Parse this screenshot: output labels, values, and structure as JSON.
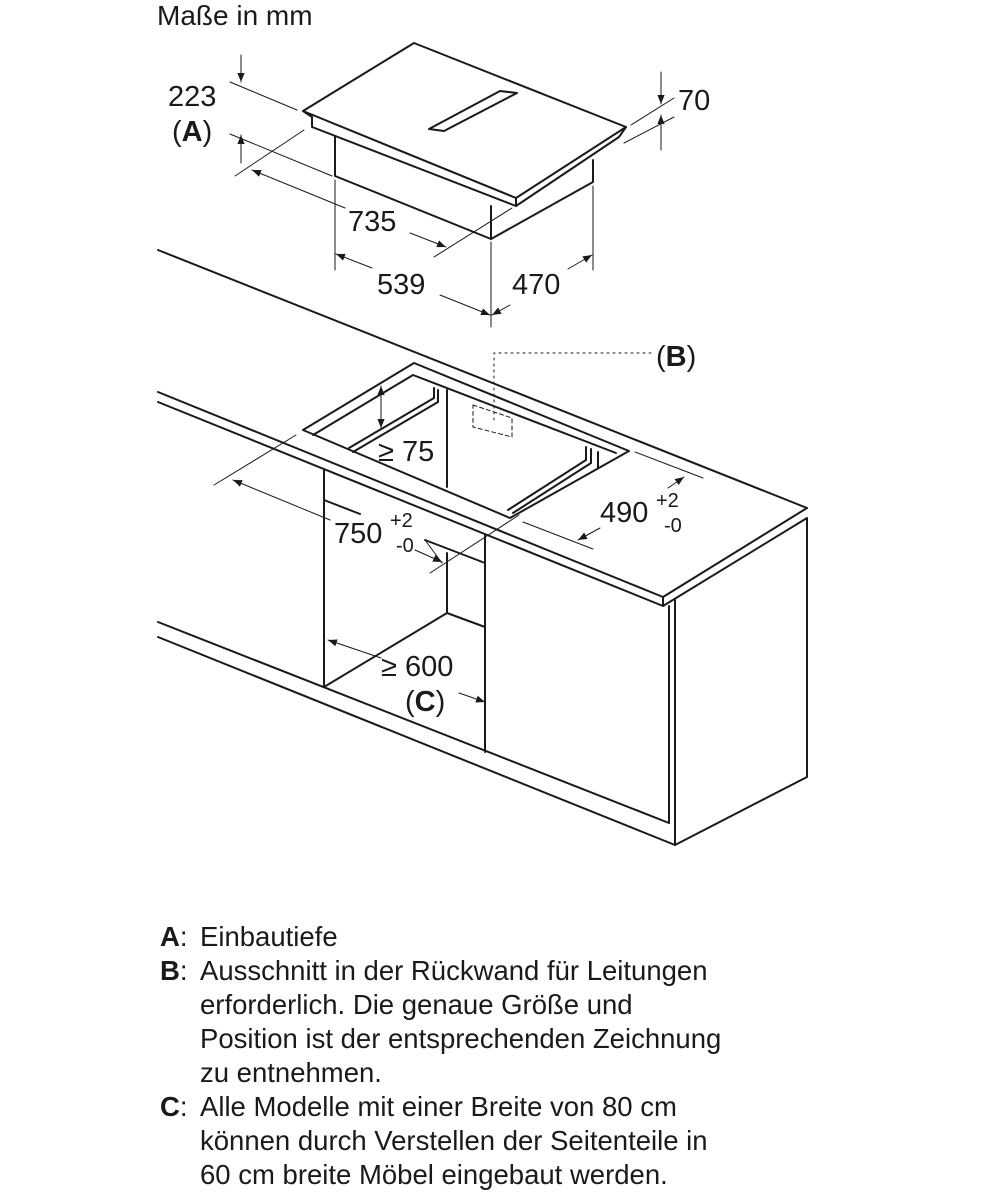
{
  "title": "Maße in mm",
  "appliance_dimensions": {
    "height": "223",
    "height_ref": "A",
    "plate_thickness": "70",
    "width": "735",
    "body_width": "539",
    "depth": "470"
  },
  "cutout_dimensions": {
    "min_depth": "≥ 75",
    "width": "750",
    "width_tol_plus": "+2",
    "width_tol_minus": "-0",
    "depth": "490",
    "depth_tol_plus": "+2",
    "depth_tol_minus": "-0",
    "cabinet_width": "≥ 600",
    "cabinet_ref": "C",
    "backwall_ref": "B"
  },
  "legend": [
    {
      "key": "A",
      "lines": [
        "Einbautiefe"
      ]
    },
    {
      "key": "B",
      "lines": [
        "Ausschnitt in der Rückwand für Leitungen",
        "erforderlich. Die genaue Größe und",
        "Position ist der entsprechenden Zeichnung",
        "zu entnehmen."
      ]
    },
    {
      "key": "C",
      "lines": [
        "Alle Modelle mit einer Breite von 80 cm",
        "können durch Verstellen der Seitenteile in",
        "60 cm breite Möbel eingebaut werden."
      ]
    }
  ]
}
